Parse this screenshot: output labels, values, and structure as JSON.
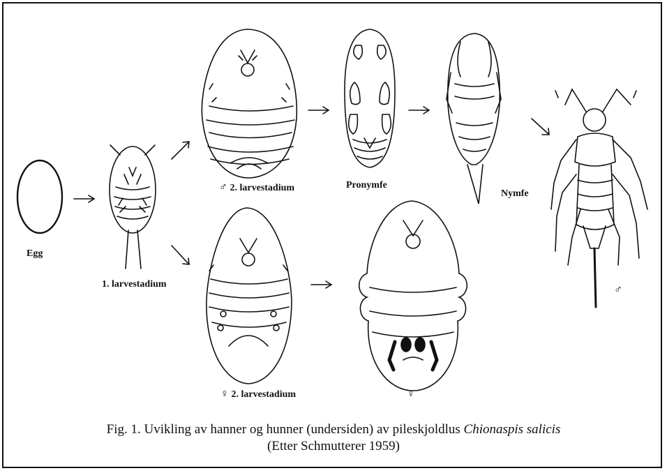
{
  "labels": {
    "egg": "Egg",
    "larva1": "1. larvestadium",
    "male_symbol": "♂",
    "female_symbol": "♀",
    "male_larva2": "2. larvestadium",
    "female_larva2": "2. larvestadium",
    "pronymph": "Pronymfe",
    "nymph": "Nymfe",
    "adult_male_symbol": "♂",
    "adult_female_symbol": "♀"
  },
  "caption": {
    "line1_prefix": "Fig. 1. Uvikling av hanner og hunner (undersiden) av pileskjoldlus",
    "line1_species": "Chionaspis salicis",
    "line2": "(Etter Schmutterer 1959)"
  }
}
